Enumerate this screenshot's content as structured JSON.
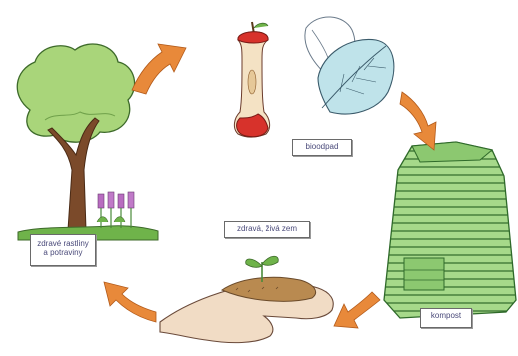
{
  "diagram": {
    "labels": {
      "top": "bioodpad",
      "right": "kompost",
      "middle": "zdravá, živá zem",
      "left": "zdravé rastliny\na potraviny"
    },
    "colors": {
      "arrow": "#e8893a",
      "leaf_fill": "#bfe3ea",
      "compost_fill": "#a6d98a",
      "compost_stroke": "#2f6a2a",
      "tree_foliage": "#a9d57a",
      "trunk": "#7b4a2a",
      "apple_red": "#d7322b",
      "flowers": "#b86cc0",
      "hand": "#f1dcc5",
      "soil": "#b98a50",
      "label_text": "#4a4a7a"
    }
  }
}
